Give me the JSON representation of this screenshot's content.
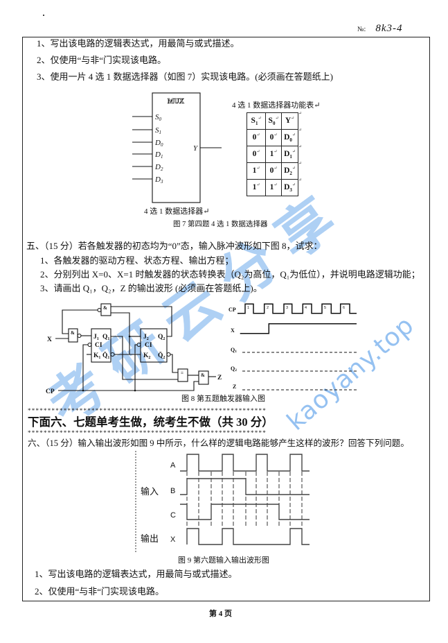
{
  "header": {
    "no_label": "№:",
    "no_value": "8k3-4"
  },
  "q4": {
    "items": [
      "1、写出该电路的逻辑表达式，用最简与或式描述。",
      "2、仅使用“与非“门实现该电路。",
      "3、使用一片 4 选 1 数据选择器（如图 7）实现该电路。(必须画在答题纸上)"
    ]
  },
  "fig7": {
    "mux_label": "MUX",
    "inputs": [
      {
        "name": "S",
        "sub": "0"
      },
      {
        "name": "S",
        "sub": "1"
      },
      {
        "name": "D",
        "sub": "0"
      },
      {
        "name": "D",
        "sub": "1"
      },
      {
        "name": "D",
        "sub": "2"
      },
      {
        "name": "D",
        "sub": "3"
      }
    ],
    "output": "Y",
    "block_caption": "4 选 1 数据选择器↵",
    "caption": "图 7 第四题 4 选 1 数据选择器",
    "table": {
      "title": "4 选 1 数据选择器功能表↵",
      "headers": [
        {
          "name": "S",
          "sub": "1",
          "mark": "↵"
        },
        {
          "name": "S",
          "sub": "0",
          "mark": "↵"
        },
        {
          "name": "Y",
          "sub": "",
          "mark": "↵"
        }
      ],
      "rows": [
        [
          {
            "name": "0",
            "sub": "",
            "mark": "↵"
          },
          {
            "name": "0",
            "sub": "",
            "mark": "↵"
          },
          {
            "name": "D",
            "sub": "0",
            "mark": "↵"
          }
        ],
        [
          {
            "name": "0",
            "sub": "",
            "mark": "↵"
          },
          {
            "name": "1",
            "sub": "",
            "mark": "↵"
          },
          {
            "name": "D",
            "sub": "1",
            "mark": "↵"
          }
        ],
        [
          {
            "name": "1",
            "sub": "",
            "mark": "↵"
          },
          {
            "name": "0",
            "sub": "",
            "mark": "↵"
          },
          {
            "name": "D",
            "sub": "2",
            "mark": "↵"
          }
        ],
        [
          {
            "name": "1",
            "sub": "",
            "mark": "↵"
          },
          {
            "name": "1",
            "sub": "",
            "mark": "↵"
          },
          {
            "name": "D",
            "sub": "3",
            "mark": "↵"
          }
        ]
      ],
      "row_end_mark": "↵"
    }
  },
  "q5": {
    "title": "五、（15 分）若各触发器的初态均为“0”态，输入脉冲波形如下图 8，试求：",
    "items": [
      "1、各触发器的驱动方程、状态方程、输出方程；",
      "2、分别列出 X=0、X=1 时触发器的状态转换表（Q₂为高位，Q₁为低位），并说明电路逻辑功能；",
      "3、请画出 Q₁，Q₂，Z 的输出波形 (必须画在答题纸上)。"
    ]
  },
  "fig8": {
    "circuit": {
      "input_label": "X",
      "clock_label": "CP",
      "output_label": "Z",
      "gates": [
        "&",
        "&",
        "=",
        "&"
      ],
      "ff1": {
        "j": "J",
        "k": "K",
        "ci": "CI",
        "q": "Q",
        "qbar": "Q̄",
        "sub": "1"
      },
      "ff2": {
        "j": "J",
        "k": "K",
        "ci": "CI",
        "q": "Q",
        "qbar": "Q̄",
        "sub": "2"
      }
    },
    "waveforms": {
      "cp": {
        "label": "CP",
        "levels": [
          0,
          1,
          0,
          1,
          0,
          1,
          0,
          1,
          0,
          1,
          0,
          1,
          0
        ],
        "pulse_numbers": [
          "1",
          "2",
          "3",
          "4",
          "5",
          "6"
        ]
      },
      "x": {
        "label": "X",
        "levels": [
          0,
          1
        ]
      },
      "q1": {
        "label": "Q",
        "sub": "1"
      },
      "q2": {
        "label": "Q",
        "sub": "2"
      },
      "z": {
        "label": "Z"
      }
    },
    "caption": "图 8 第五题触发器输入图"
  },
  "separator": "************************************************************",
  "section_heading": "下面六、七题单考生做，统考生不做（共 30 分）",
  "q6": {
    "title": "六、（15 分）输入输出波形如图 9 中所示，什么样的逻辑电路能够产生这样的波形？回答下列问题。",
    "items": [
      "1、写出该电路的逻辑表达式，用最简与或式描述。",
      "2、仅使用“与非“门实现该电路。"
    ]
  },
  "fig9": {
    "group_labels": {
      "input": "输入",
      "output": "输出"
    },
    "signals": {
      "A": {
        "label": "A",
        "levels": [
          0,
          1,
          0,
          0,
          1,
          0,
          0,
          1,
          0,
          0,
          1,
          0
        ]
      },
      "B": {
        "label": "B",
        "levels": [
          0,
          1,
          1,
          1,
          1,
          1,
          0,
          0,
          0,
          0,
          0,
          0
        ]
      },
      "C": {
        "label": "C",
        "levels": [
          1,
          0,
          0,
          1,
          1,
          1,
          1,
          1,
          1,
          0,
          0,
          0
        ]
      },
      "X": {
        "label": "X",
        "levels": [
          0,
          1,
          0,
          0,
          1,
          0,
          0,
          0,
          0,
          0,
          1,
          0
        ]
      }
    },
    "caption": "图 9 第六题输入输出波形图"
  },
  "footer": {
    "page": "第 4 页"
  },
  "watermark": {
    "calligraphy": "考研云分享",
    "url": "kaoyany.top"
  }
}
